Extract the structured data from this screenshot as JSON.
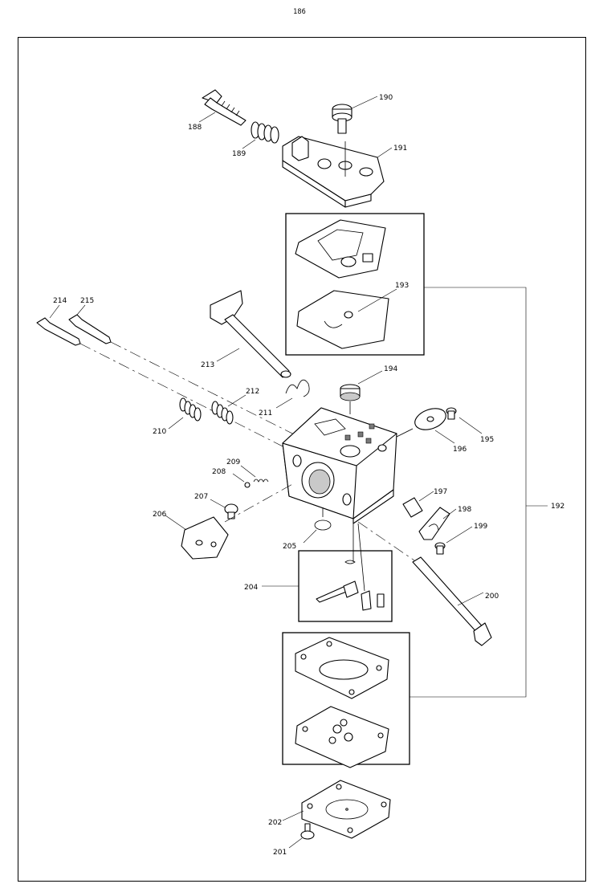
{
  "page_number": "186",
  "callouts": {
    "p188": "188",
    "p189": "189",
    "p190": "190",
    "p191": "191",
    "p192": "192",
    "p193": "193",
    "p194": "194",
    "p195": "195",
    "p196": "196",
    "p197": "197",
    "p198": "198",
    "p199": "199",
    "p200": "200",
    "p201": "201",
    "p202": "202",
    "p204": "204",
    "p205": "205",
    "p206": "206",
    "p207": "207",
    "p208": "208",
    "p209": "209",
    "p210": "210",
    "p211": "211",
    "p212": "212",
    "p213": "213",
    "p214": "214",
    "p215": "215"
  }
}
